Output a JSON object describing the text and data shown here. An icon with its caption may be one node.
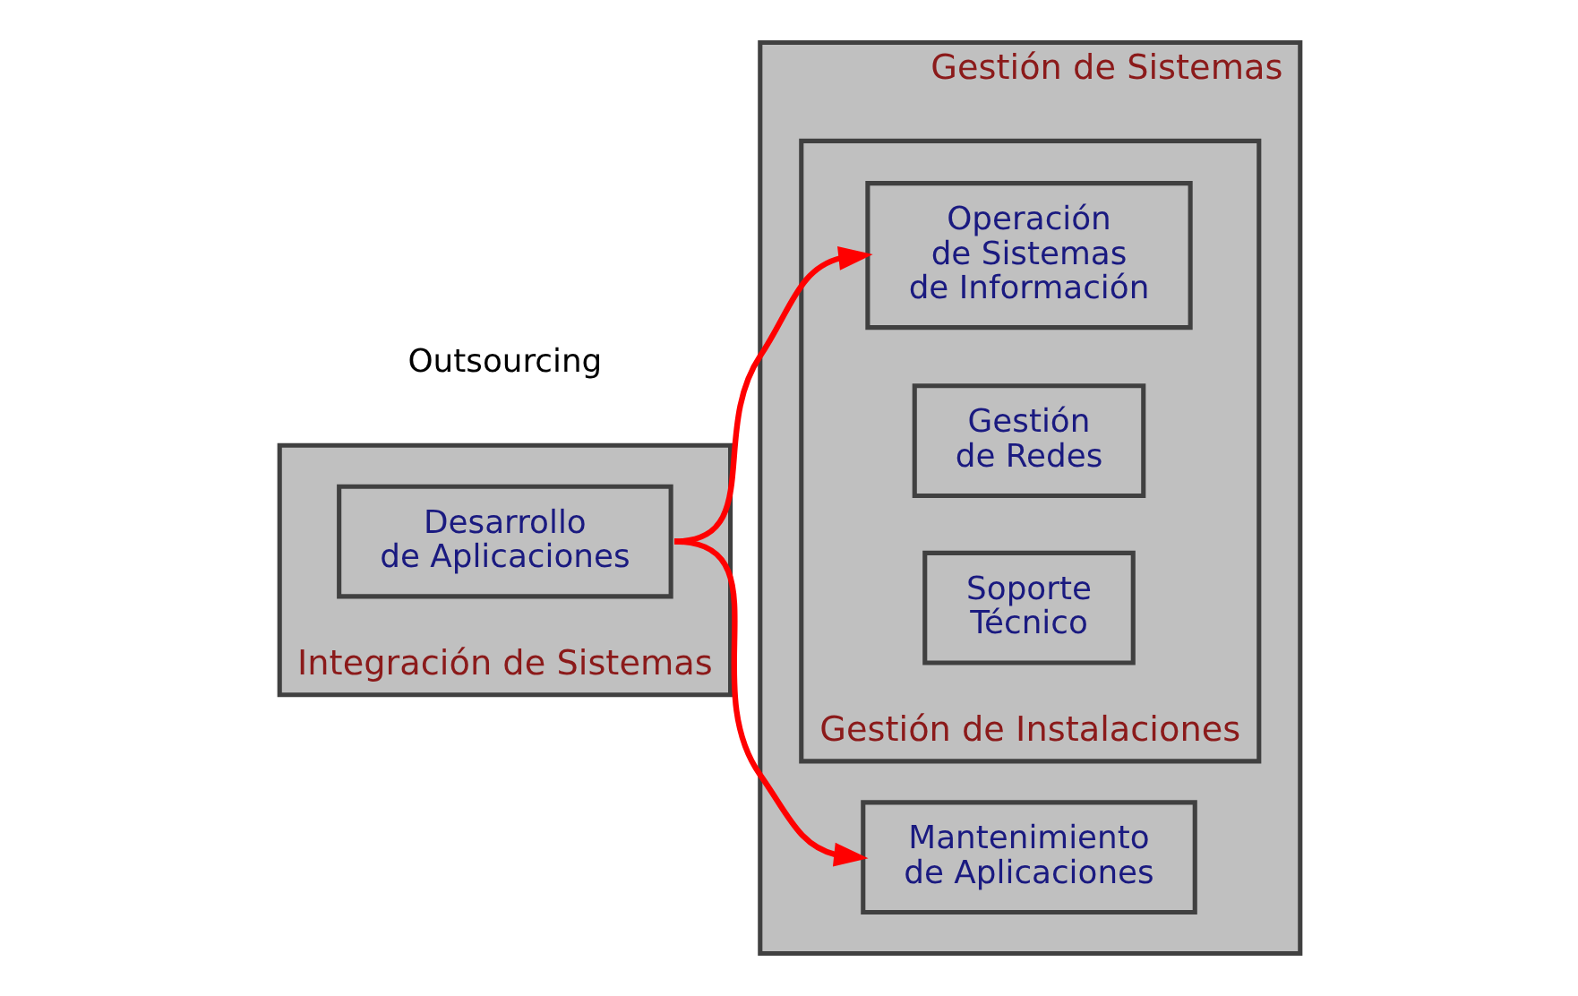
{
  "diagram": {
    "nodes": [
      {
        "text": [
          "Integración de Sistemas"
        ]
      },
      {
        "text": [
          "Desarrollo de Aplicaciones"
        ],
        "in": 0
      },
      {
        "text": [
          "Gestión de Sistemas"
        ]
      },
      {
        "text": [
          "Mantenimiento de Aplicaciones"
        ],
        "in": 2
      },
      {
        "text": [
          "Gestión de Instalaciones"
        ],
        "in": 2
      },
      {
        "text": [
          "Operación de Sistemas de Información"
        ],
        "in": 4
      },
      {
        "text": [
          "Gestión de Redes"
        ],
        "in": 4
      },
      {
        "text": [
          "Soporte Técnico"
        ],
        "in": 4
      }
    ],
    "edges": [
      {
        "from": 1,
        "to": 3,
        "arrow": "to",
        "color": "#ff0000"
      },
      {
        "from": 1,
        "to": 5,
        "arrow": "to",
        "color": "#ff0000"
      }
    ],
    "labels": [
      "Outsourcing"
    ]
  }
}
